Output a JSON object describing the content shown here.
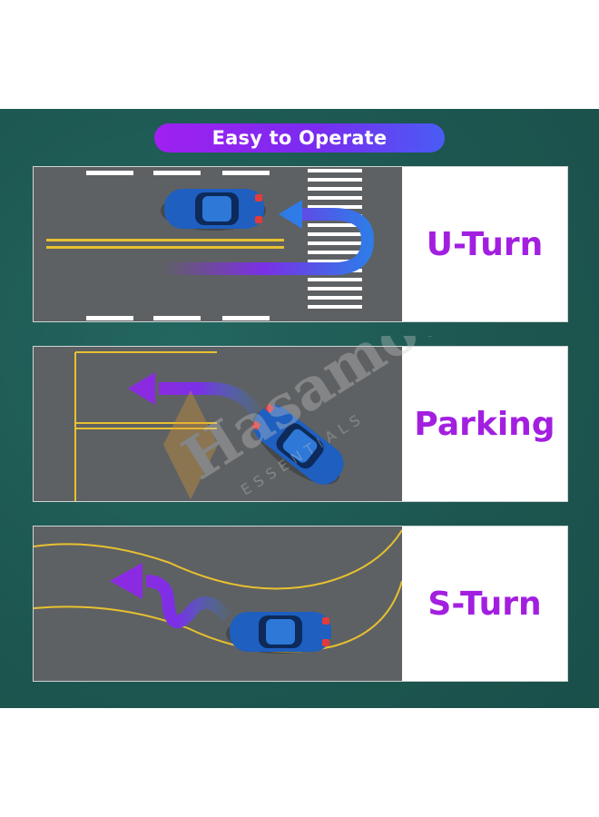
{
  "header": {
    "title": "Easy to Operate"
  },
  "panels": [
    {
      "label": "U-Turn"
    },
    {
      "label": "Parking"
    },
    {
      "label": "S-Turn"
    }
  ],
  "watermark": {
    "text": "Hasamot",
    "subtext": "ESSENTIALS"
  },
  "colors": {
    "background": "#1f5b55",
    "road": "#5e6163",
    "label": "#a31fe0",
    "car": "#1e5fc0",
    "lane_yellow": "#e8c130",
    "arrow_start": "#8a2be2",
    "arrow_end": "#2f7be8"
  },
  "icons": [
    "car-icon",
    "u-turn-arrow-icon",
    "left-arrow-icon",
    "s-turn-arrow-icon"
  ]
}
